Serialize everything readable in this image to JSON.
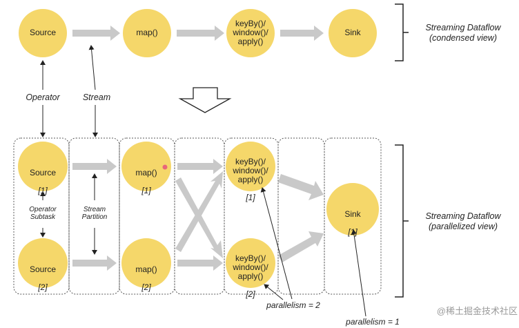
{
  "colors": {
    "node_fill": "#f5d76a",
    "arrow_gray": "#c9c9c9",
    "box_border": "#555555",
    "ink": "#222222"
  },
  "condensed": {
    "nodes": [
      {
        "name": "source",
        "label": "Source"
      },
      {
        "name": "map",
        "label": "map()"
      },
      {
        "name": "keyby",
        "label": "keyBy()/\nwindow()/\napply()"
      },
      {
        "name": "sink",
        "label": "Sink"
      }
    ],
    "title": "Streaming Dataflow\n(condensed view)",
    "operator_label": "Operator",
    "stream_label": "Stream"
  },
  "parallel": {
    "nodes": [
      {
        "name": "source-1",
        "label": "Source",
        "sub": "[1]"
      },
      {
        "name": "source-2",
        "label": "Source",
        "sub": "[2]"
      },
      {
        "name": "map-1",
        "label": "map()",
        "sub": "[1]"
      },
      {
        "name": "map-2",
        "label": "map()",
        "sub": "[2]"
      },
      {
        "name": "keyby-1",
        "label": "keyBy()/\nwindow()/\napply()",
        "sub": "[1]"
      },
      {
        "name": "keyby-2",
        "label": "keyBy()/\nwindow()/\napply()",
        "sub": "[2]"
      },
      {
        "name": "sink-1",
        "label": "Sink",
        "sub": "[1]"
      }
    ],
    "title": "Streaming Dataflow\n(parallelized view)",
    "operator_subtask_label": "Operator\nSubtask",
    "stream_partition_label": "Stream\nPartition",
    "parallelism_2": "parallelism = 2",
    "parallelism_1": "parallelism = 1"
  },
  "watermark": "@稀土掘金技术社区"
}
